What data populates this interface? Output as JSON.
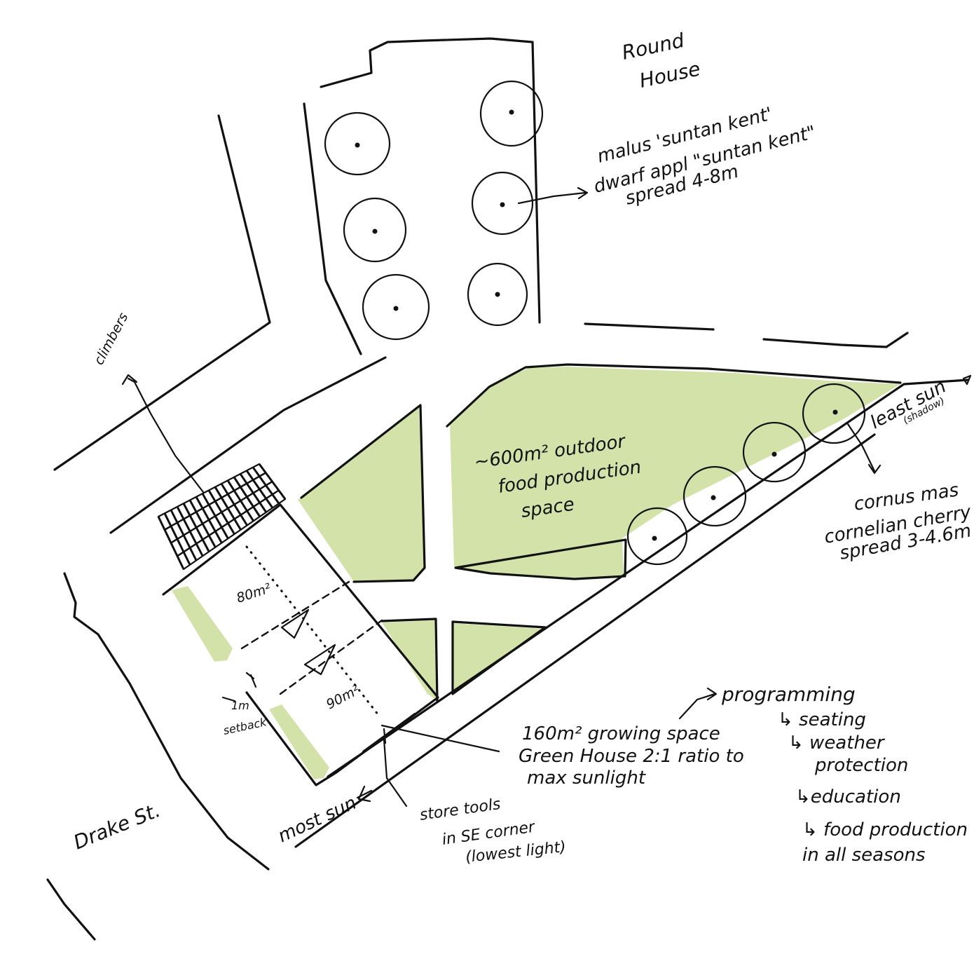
{
  "labels": {
    "round_house": [
      "Round",
      "House"
    ],
    "malus": [
      "malus 'suntan kent'",
      "dwarf appl \"suntan kent\"",
      "spread 4-8m"
    ],
    "climbers": "climbers",
    "outdoor_space": [
      "~600m² outdoor",
      "food production",
      "space"
    ],
    "least_sun": "least sun",
    "least_sun_note": "(shadow)",
    "cornus": [
      "cornus mas",
      "cornelian cherry",
      "spread 3-4.6m"
    ],
    "bed_80": "80m²",
    "bed_90": "90m²",
    "setback": [
      "1m",
      "setback"
    ],
    "growing_space": [
      "160m² growing space",
      "Green House  2:1 ratio to",
      "max sunlight"
    ],
    "most_sun": "most sun",
    "store_tools": [
      "store tools",
      "in SE corner",
      "(lowest light)"
    ],
    "programming": "programming",
    "programming_items": [
      "↳ seating",
      "↳ weather",
      "protection",
      "↳education",
      "↳ food production",
      "in all seasons"
    ],
    "street": "Drake St."
  },
  "colors": {
    "ink": "#111111",
    "planting": "#d3e2a9",
    "paper": "#ffffff"
  }
}
